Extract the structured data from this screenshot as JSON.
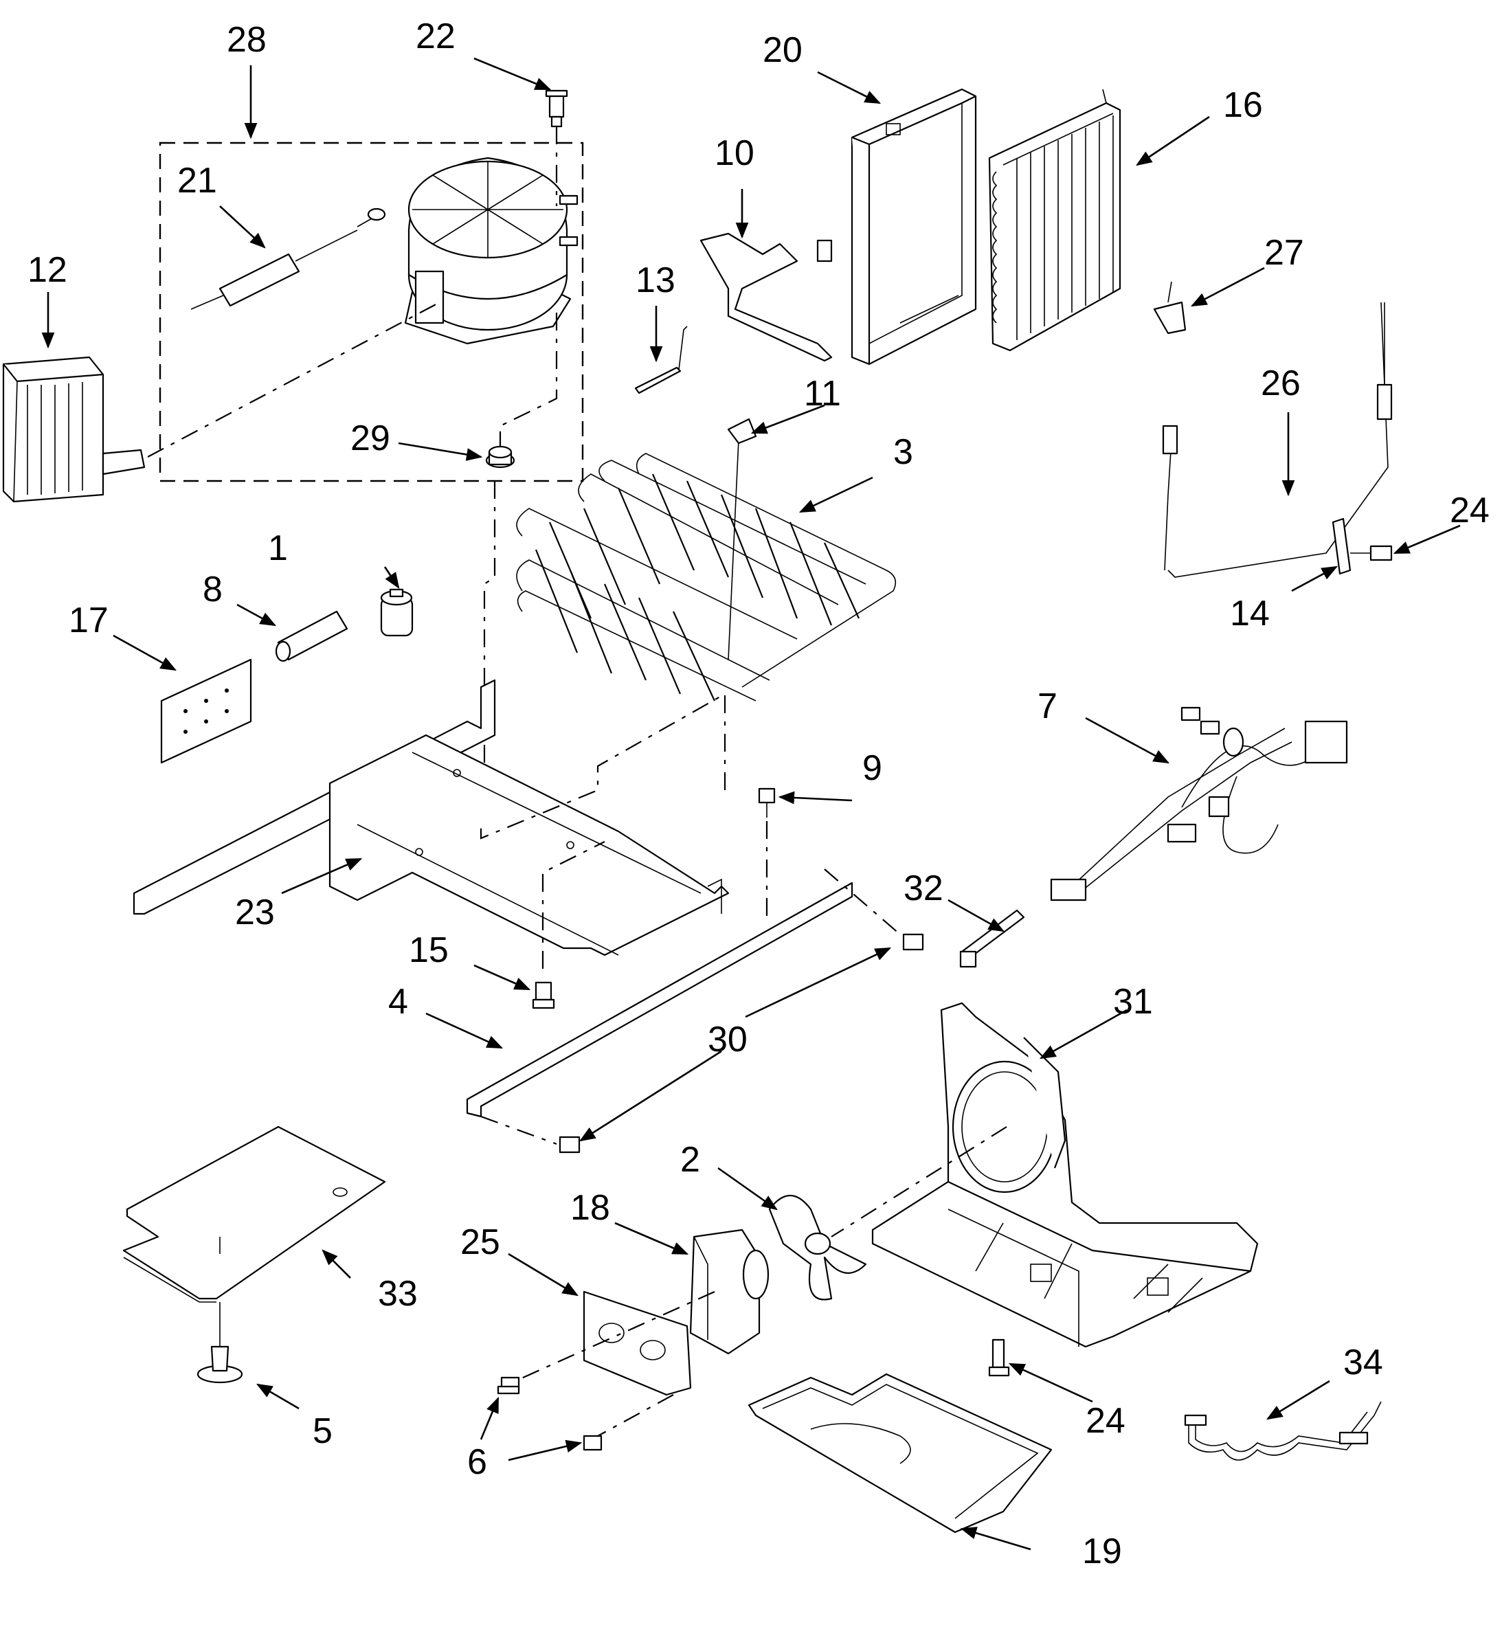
{
  "callouts": [
    {
      "id": "p1",
      "label": "1"
    },
    {
      "id": "p2",
      "label": "2"
    },
    {
      "id": "p3",
      "label": "3"
    },
    {
      "id": "p4",
      "label": "4"
    },
    {
      "id": "p5",
      "label": "5"
    },
    {
      "id": "p6",
      "label": "6"
    },
    {
      "id": "p7",
      "label": "7"
    },
    {
      "id": "p8",
      "label": "8"
    },
    {
      "id": "p9",
      "label": "9"
    },
    {
      "id": "p10",
      "label": "10"
    },
    {
      "id": "p11",
      "label": "11"
    },
    {
      "id": "p12",
      "label": "12"
    },
    {
      "id": "p13",
      "label": "13"
    },
    {
      "id": "p14",
      "label": "14"
    },
    {
      "id": "p15",
      "label": "15"
    },
    {
      "id": "p16",
      "label": "16"
    },
    {
      "id": "p17",
      "label": "17"
    },
    {
      "id": "p18",
      "label": "18"
    },
    {
      "id": "p19",
      "label": "19"
    },
    {
      "id": "p20",
      "label": "20"
    },
    {
      "id": "p21",
      "label": "21"
    },
    {
      "id": "p22",
      "label": "22"
    },
    {
      "id": "p23",
      "label": "23"
    },
    {
      "id": "p24a",
      "label": "24"
    },
    {
      "id": "p24b",
      "label": "24"
    },
    {
      "id": "p25",
      "label": "25"
    },
    {
      "id": "p26",
      "label": "26"
    },
    {
      "id": "p27",
      "label": "27"
    },
    {
      "id": "p28",
      "label": "28"
    },
    {
      "id": "p29",
      "label": "29"
    },
    {
      "id": "p30",
      "label": "30"
    },
    {
      "id": "p31",
      "label": "31"
    },
    {
      "id": "p32",
      "label": "32"
    },
    {
      "id": "p33",
      "label": "33"
    },
    {
      "id": "p34",
      "label": "34"
    }
  ]
}
